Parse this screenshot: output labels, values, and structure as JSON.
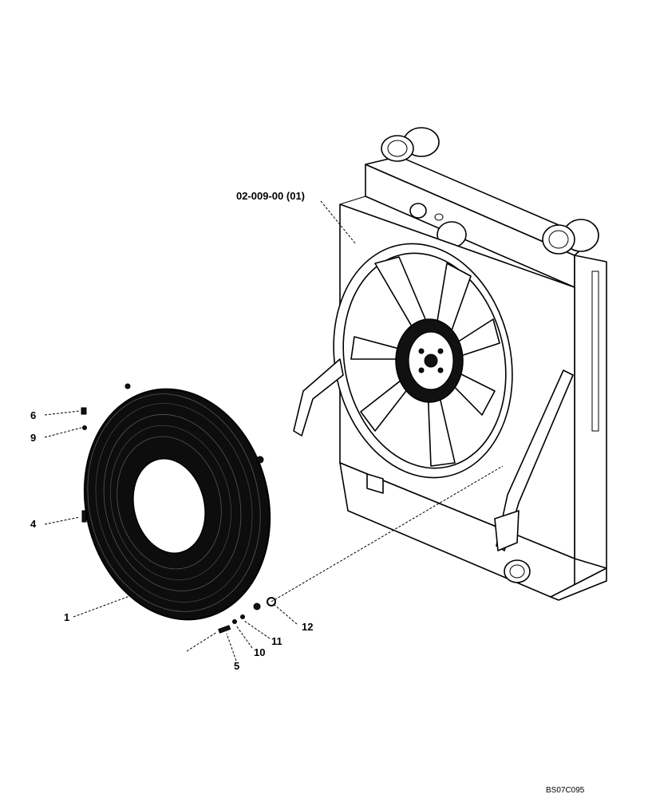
{
  "assembly_ref": "02-009-00 (01)",
  "drawing_code": "BS07C095",
  "callouts": [
    {
      "id": "callout-1",
      "label": "1"
    },
    {
      "id": "callout-4",
      "label": "4"
    },
    {
      "id": "callout-5",
      "label": "5"
    },
    {
      "id": "callout-6",
      "label": "6"
    },
    {
      "id": "callout-9",
      "label": "9"
    },
    {
      "id": "callout-10",
      "label": "10"
    },
    {
      "id": "callout-11",
      "label": "11"
    },
    {
      "id": "callout-12",
      "label": "12"
    }
  ]
}
